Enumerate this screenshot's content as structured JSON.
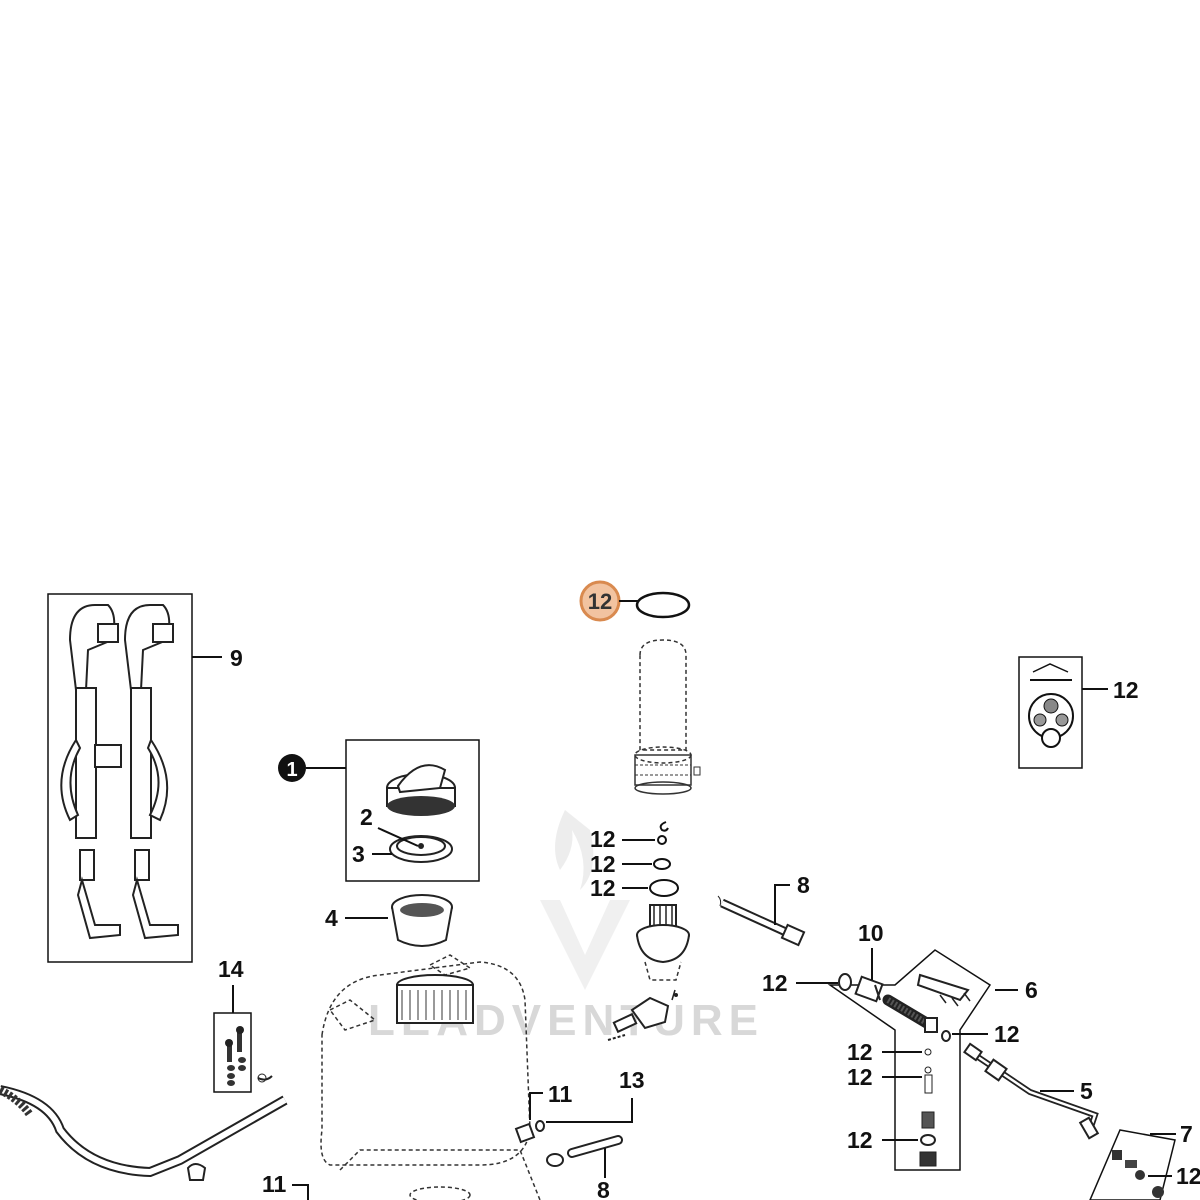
{
  "diagram": {
    "highlight_label": "12",
    "callouts": {
      "c1": "1",
      "c2": "2",
      "c3": "3",
      "c4": "4",
      "c5": "5",
      "c6": "6",
      "c7": "7",
      "c8a": "8",
      "c8b": "8",
      "c9": "9",
      "c10": "10",
      "c11a": "11",
      "c11b": "11",
      "c12a": "12",
      "c12b": "12",
      "c12c": "12",
      "c12d": "12",
      "c12e": "12",
      "c12f": "12",
      "c12g": "12",
      "c12h": "12",
      "c12i": "12",
      "c12j": "12",
      "c12k": "12",
      "c13": "13",
      "c14": "14"
    },
    "watermark": "LEADVENTURE"
  },
  "colors": {
    "highlight_fill": "#f2c3a0",
    "highlight_stroke": "#d98a4f",
    "line": "#111111"
  }
}
